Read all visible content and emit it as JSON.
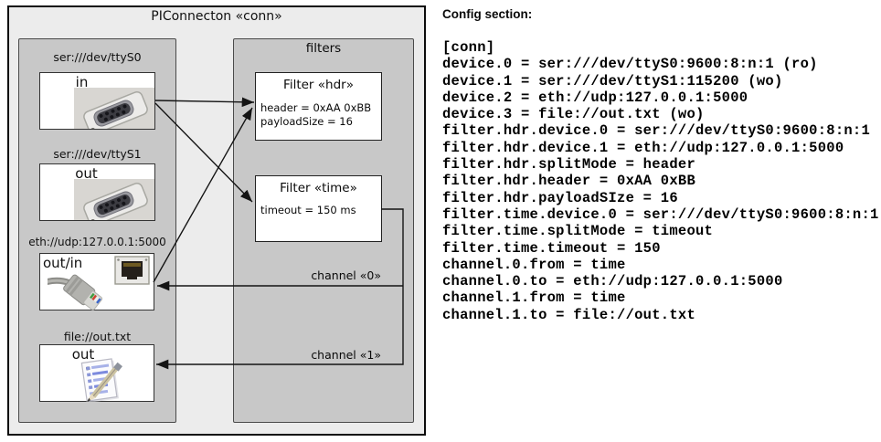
{
  "diagram": {
    "title": "PIConnecton «conn»",
    "devices_panel": {
      "devices": [
        {
          "label": "ser:///dev/ttyS0",
          "port": "in",
          "icon": "serial-db9-connector"
        },
        {
          "label": "ser:///dev/ttyS1",
          "port": "out",
          "icon": "serial-db9-connector"
        },
        {
          "label": "eth://udp:127.0.0.1:5000",
          "port": "out/in",
          "icon": "ethernet-rj45-connector"
        },
        {
          "label": "file://out.txt",
          "port": "out",
          "icon": "notepad-document"
        }
      ]
    },
    "filters_panel": {
      "title": "filters",
      "filters": [
        {
          "title": "Filter «hdr»",
          "properties": [
            "header = 0xAA 0xBB",
            "payloadSize = 16"
          ]
        },
        {
          "title": "Filter «time»",
          "properties": [
            "timeout = 150 ms"
          ]
        }
      ]
    },
    "channels": [
      {
        "label": "channel «0»"
      },
      {
        "label": "channel «1»"
      }
    ],
    "connections": [
      {
        "from": "ser:///dev/ttyS0",
        "to": "Filter «hdr»"
      },
      {
        "from": "ser:///dev/ttyS0",
        "to": "Filter «time»"
      },
      {
        "from": "eth://udp:127.0.0.1:5000",
        "to": "Filter «hdr»"
      },
      {
        "from": "Filter «time»",
        "to": "eth://udp:127.0.0.1:5000",
        "via": "channel «0»"
      },
      {
        "from": "Filter «time»",
        "to": "file://out.txt",
        "via": "channel «1»"
      }
    ],
    "colors": {
      "outer_bg": "#ececec",
      "panel_bg": "#c8c8c8",
      "box_bg": "#ffffff",
      "line": "#141414"
    }
  },
  "config": {
    "heading": "Config section:",
    "section": "[conn]",
    "lines": [
      "[conn]",
      "device.0 = ser:///dev/ttyS0:9600:8:n:1 (ro)",
      "device.1 = ser:///dev/ttyS1:115200 (wo)",
      "device.2 = eth://udp:127.0.0.1:5000",
      "device.3 = file://out.txt (wo)",
      "filter.hdr.device.0 = ser:///dev/ttyS0:9600:8:n:1",
      "filter.hdr.device.1 = eth://udp:127.0.0.1:5000",
      "filter.hdr.splitMode = header",
      "filter.hdr.header = 0xAA 0xBB",
      "filter.hdr.payloadSIze = 16",
      "filter.time.device.0 = ser:///dev/ttyS0:9600:8:n:1",
      "filter.time.splitMode = timeout",
      "filter.time.timeout = 150",
      "channel.0.from = time",
      "channel.0.to = eth://udp:127.0.0.1:5000",
      "channel.1.from = time",
      "channel.1.to = file://out.txt"
    ]
  }
}
